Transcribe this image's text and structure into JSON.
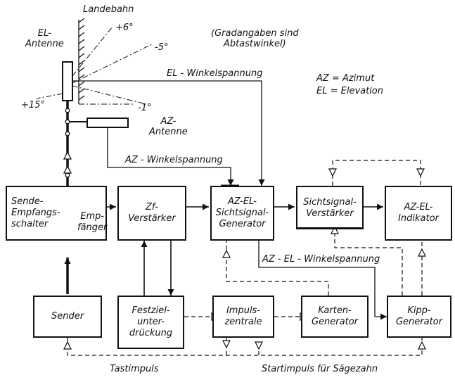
{
  "labels": {
    "landebahn": "Landebahn",
    "el_antenne": "EL-\nAntenne",
    "az_antenne": "AZ-\nAntenne",
    "angle_p6": "+6°",
    "angle_m5": "-5°",
    "angle_p15": "+15°",
    "angle_m1": "-1°",
    "note": "(Gradangaben sind\nAbtastwinkel)",
    "legend_az": "AZ  =  Azimut",
    "legend_el": "EL  =  Elevation",
    "el_winkelspannung": "EL - Winkelspannung",
    "az_winkelspannung": "AZ - Winkelspannung",
    "azel_winkelspannung": "AZ - EL - Winkelspannung",
    "tastimpuls": "Tastimpuls",
    "startimpuls": "Startimpuls  für  Sägezahn",
    "empfaenger": "Emp-\nfänger"
  },
  "blocks": {
    "sende_empfang": "Sende-\nEmpfangs-\nschalter",
    "zf": "Zf-\nVerstärker",
    "azel_gen": "AZ-EL-\nSichtsignal-\nGenerator",
    "sichtsignal_v": "Sichtsignal-\nVerstärker",
    "indikator": "AZ-EL-\nIndikator",
    "sender": "Sender",
    "festziel": "Festziel-\nunter-\ndrückung",
    "impulszentrale": "Impuls-\nzentrale",
    "karten": "Karten-\nGenerator",
    "kipp": "Kipp-\nGenerator"
  }
}
